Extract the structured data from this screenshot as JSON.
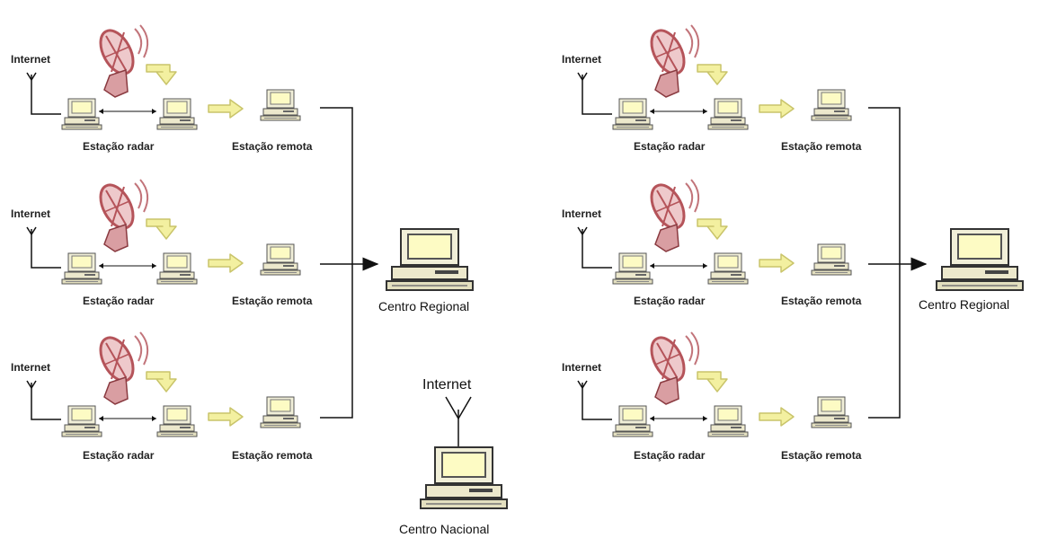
{
  "labels": {
    "internet": "Internet",
    "radar_station": "Estação radar",
    "remote_station": "Estação remota",
    "regional_center": "Centro Regional",
    "national_center": "Centro Nacional",
    "national_internet": "Internet"
  },
  "icons": {
    "radar": "radar-dish-icon",
    "computer": "computer-terminal-icon",
    "antenna": "antenna-icon",
    "transfer_arrow": "yellow-arrow-icon"
  },
  "colors": {
    "radar_dish": "#b5545a",
    "radar_fill": "#eec9cb",
    "arrow_fill": "#f3f0a0",
    "arrow_stroke": "#c9c46a",
    "computer_body": "#f1efd8",
    "computer_screen": "#fdfbc4",
    "line": "#111111"
  },
  "groups": [
    {
      "name": "regional-group-left",
      "rows": 3
    },
    {
      "name": "regional-group-right",
      "rows": 3
    }
  ]
}
